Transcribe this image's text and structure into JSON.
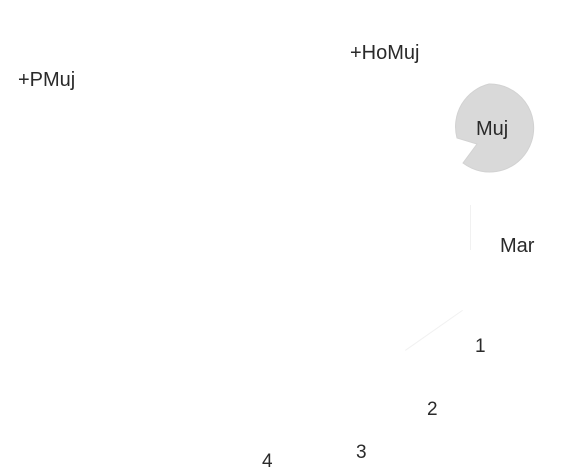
{
  "labels": {
    "pmuj": "+PMuj",
    "homuj": "+HoMuj",
    "muj": "Muj",
    "mar": "Mar",
    "n1": "1",
    "n2": "2",
    "n3": "3",
    "n4": "4"
  },
  "colors": {
    "text": "#2a2a2a",
    "node_fill": "#d9d9d9",
    "background": "#ffffff"
  }
}
